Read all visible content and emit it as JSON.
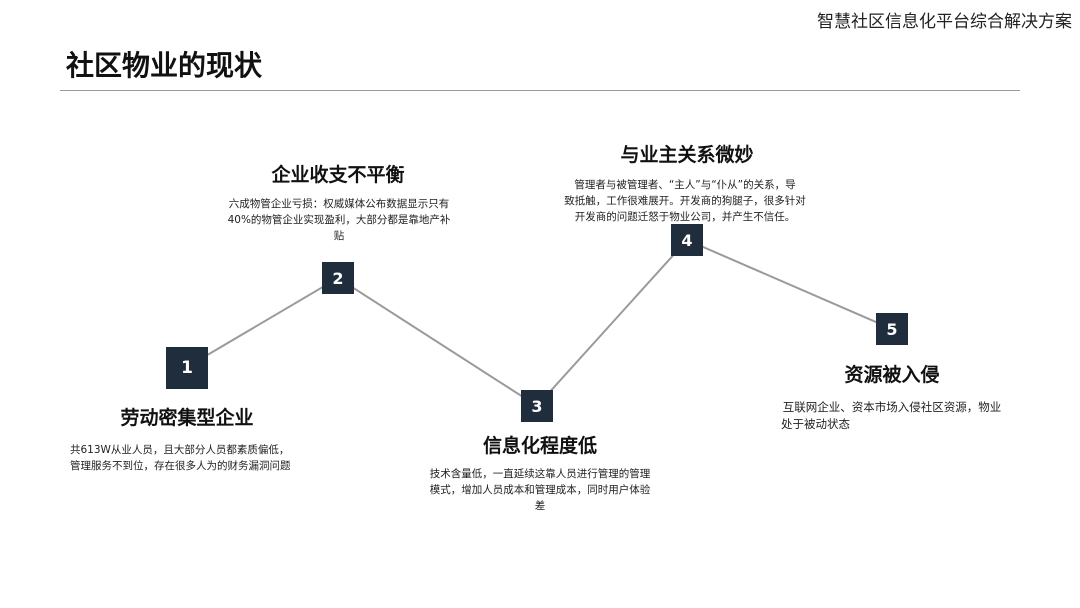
{
  "header": {
    "brand": "智慧社区信息化平台综合解决方案",
    "title": "社区物业的现状"
  },
  "colors": {
    "badge": "#1f2d3d",
    "line": "#9a9a9a",
    "rule": "#9a9a9a"
  },
  "nodes": [
    {
      "number": "1",
      "heading": "劳动密集型企业",
      "lines": [
        "共613W从业人员，且大部分人员都素质偏低，",
        "管理服务不到位，存在很多人为的财务漏洞问题"
      ]
    },
    {
      "number": "2",
      "heading": "企业收支不平衡",
      "lines": [
        "六成物管企业亏损：权威媒体公布数据显示只有",
        "40%的物管企业实现盈利，大部分都是靠地产补",
        "贴"
      ]
    },
    {
      "number": "3",
      "heading": "信息化程度低",
      "lines": [
        "技术含量低，一直延续这靠人员进行管理的管理",
        "模式，增加人员成本和管理成本，同时用户体验",
        "差"
      ]
    },
    {
      "number": "4",
      "heading": "与业主关系微妙",
      "lines": [
        "管理者与被管理者、“主人”与“仆从”的关系，导",
        "致抵触，工作很难展开。开发商的狗腿子，很多针对",
        "开发商的问题迁怒于物业公司，并产生不信任。"
      ]
    },
    {
      "number": "5",
      "heading": "资源被入侵",
      "lines": [
        "互联网企业、资本市场入侵社区资源，物业",
        "处于被动状态"
      ]
    }
  ]
}
